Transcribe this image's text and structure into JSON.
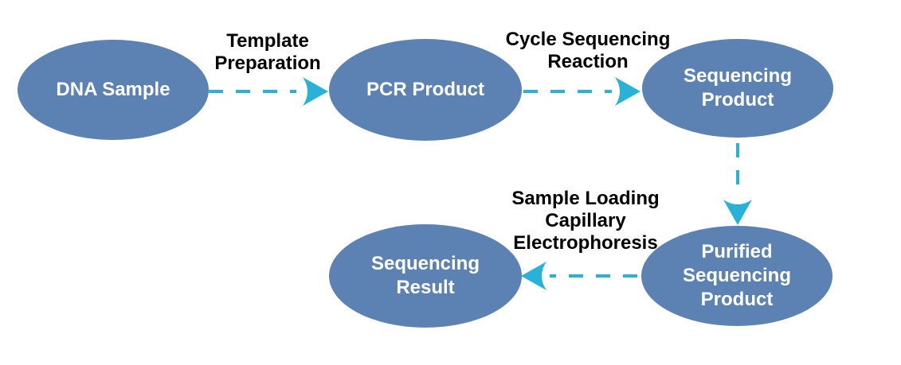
{
  "diagram": {
    "title": "Sanger sequencing workflow flowchart",
    "colors": {
      "background": "#ffffff",
      "node_fill": "#5c82b4",
      "node_text": "#ffffff",
      "arrow": "#29b2d8",
      "edge_label_text": "#000000"
    },
    "nodes": [
      {
        "id": "dna-sample",
        "lines": [
          "DNA Sample"
        ]
      },
      {
        "id": "pcr-product",
        "lines": [
          "PCR Product"
        ]
      },
      {
        "id": "sequencing-product",
        "lines": [
          "Sequencing",
          "Product"
        ]
      },
      {
        "id": "purified-sequencing-product",
        "lines": [
          "Purified",
          "Sequencing",
          "Product"
        ]
      },
      {
        "id": "sequencing-result",
        "lines": [
          "Sequencing",
          "Result"
        ]
      }
    ],
    "edge_labels": [
      {
        "id": "template-preparation",
        "lines": [
          "Template",
          "Preparation"
        ]
      },
      {
        "id": "cycle-sequencing-reaction",
        "lines": [
          "Cycle Sequencing",
          "Reaction"
        ]
      },
      {
        "id": "sample-loading-capillary-electrophoresis",
        "lines": [
          "Sample Loading",
          "Capillary",
          "Electrophoresis"
        ]
      }
    ],
    "edges": [
      {
        "from": "dna-sample",
        "to": "pcr-product",
        "label": "Template Preparation",
        "direction": "right",
        "style": "dashed"
      },
      {
        "from": "pcr-product",
        "to": "sequencing-product",
        "label": "Cycle Sequencing Reaction",
        "direction": "right",
        "style": "dashed"
      },
      {
        "from": "sequencing-product",
        "to": "purified-sequencing-product",
        "label": "",
        "direction": "down",
        "style": "dashed"
      },
      {
        "from": "purified-sequencing-product",
        "to": "sequencing-result",
        "label": "Sample Loading Capillary Electrophoresis",
        "direction": "left",
        "style": "dashed"
      }
    ]
  }
}
